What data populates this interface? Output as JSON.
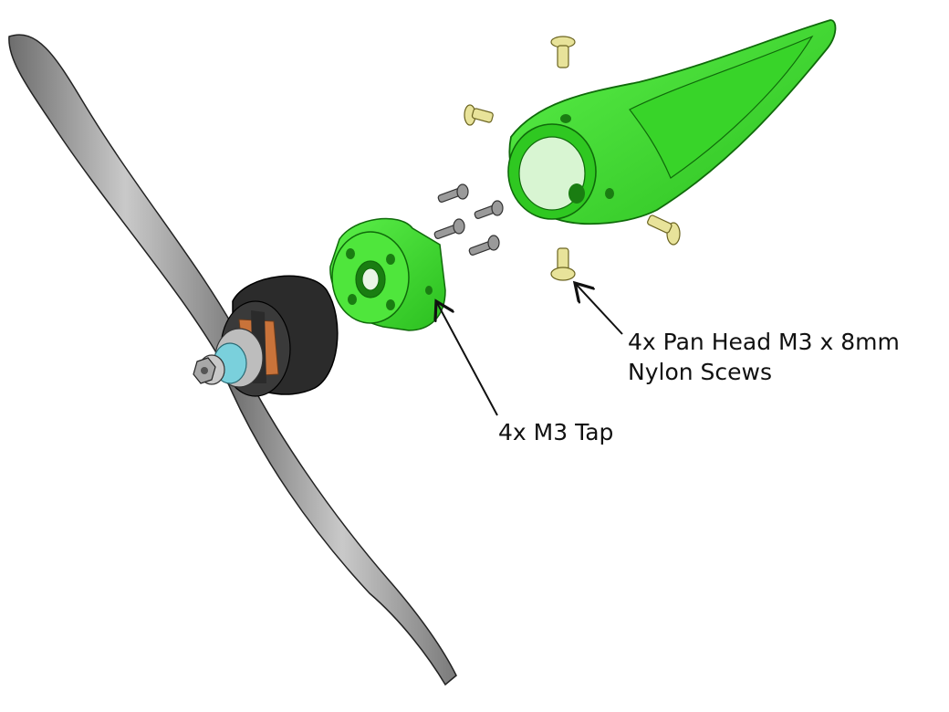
{
  "callouts": {
    "nylon_screws_line1": "4x Pan Head M3 x 8mm",
    "nylon_screws_line2": "Nylon Scews",
    "m3_tap": "4x M3 Tap"
  },
  "colors": {
    "part_green": "#3fe12e",
    "part_green_dark": "#1f9a16",
    "propeller_gray": "#a9a9a9",
    "motor_black": "#2b2b2b",
    "motor_copper": "#c9733a",
    "shaft_cyan": "#7ad0dc",
    "nylon_screw": "#e8e39a",
    "steel_screw": "#9a9a9a",
    "arrow": "#111111"
  }
}
